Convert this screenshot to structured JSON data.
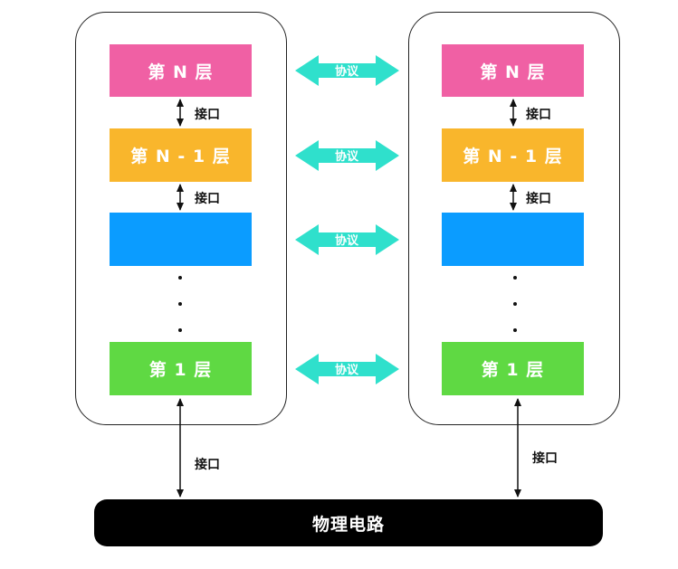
{
  "layers": {
    "n": "第 N 层",
    "n_minus_1": "第 N - 1 层",
    "blank": "",
    "one": "第 1 层"
  },
  "interface_label": "接口",
  "protocol_label": "协议",
  "physical_label": "物理电路",
  "colors": {
    "layer_n": "#f060a4",
    "layer_n_minus_1": "#f9b62c",
    "layer_blank": "#0b9cff",
    "layer_1": "#5fd943",
    "protocol_arrow": "#2fe0cc",
    "physical": "#000000"
  }
}
